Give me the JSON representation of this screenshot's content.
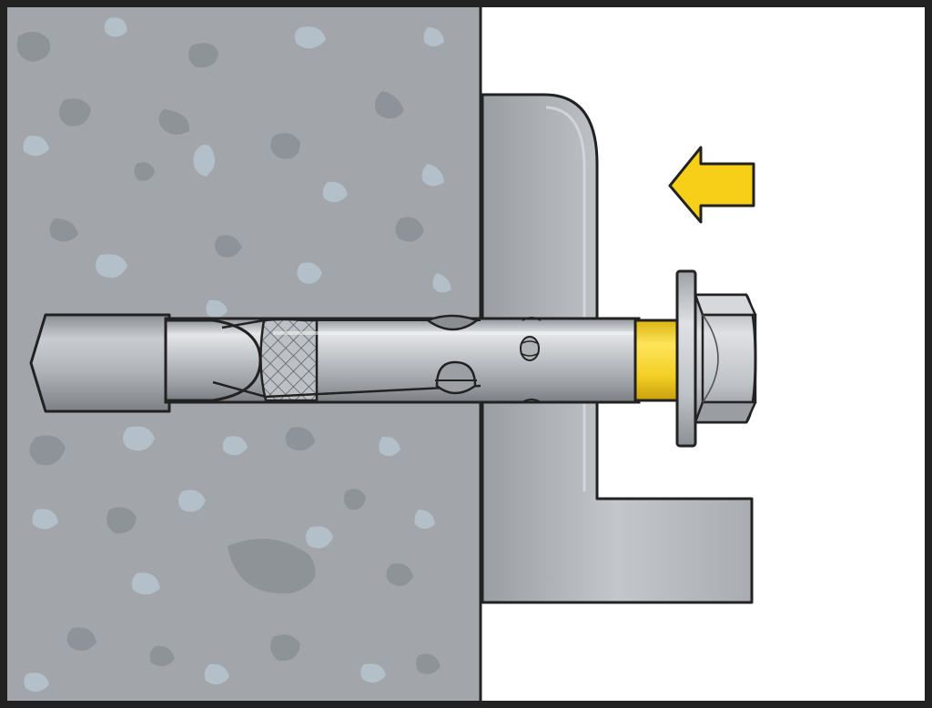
{
  "diagram": {
    "subject": "sleeve-anchor-installation-step",
    "parts": [
      "concrete-wall",
      "drilled-hole",
      "angle-bracket",
      "sleeve-anchor",
      "expansion-cone",
      "sleeve",
      "spacer-ring",
      "washer",
      "hex-head",
      "push-direction-arrow"
    ],
    "push_direction": "left",
    "colors": {
      "frame": "#222222",
      "concrete": "#a2a6aa",
      "concrete_stone": "#8e9399",
      "concrete_stone_light": "#b3c3d0",
      "bracket": "#b7babe",
      "steel": "#c4c7cb",
      "spacer": "#f2d22e",
      "arrow": "#f7cf18",
      "background": "#ffffff"
    }
  }
}
